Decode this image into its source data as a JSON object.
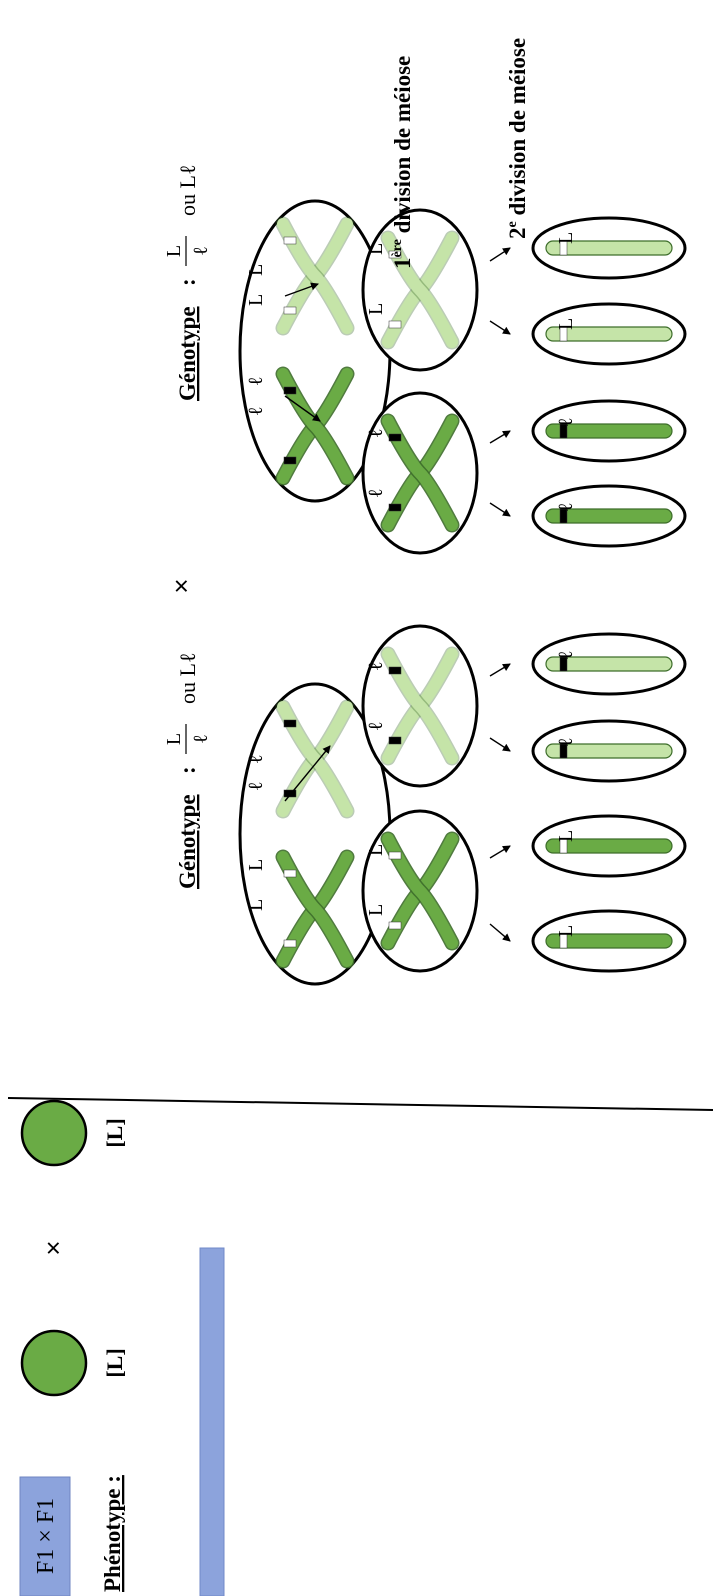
{
  "cross_box": {
    "label": "F1 × F1"
  },
  "left": {
    "phenotype_label": "Phénotype :",
    "parent1_phenotype": "[L]",
    "times_symbol": "×",
    "parent2_phenotype": "[L]",
    "colors": {
      "individual": "#6aab45",
      "bar": "#8ca3dc"
    }
  },
  "right": {
    "genotype_label": "Génotype",
    "genotype_colon": ":",
    "fraction_top": "L",
    "fraction_bottom": "ℓ",
    "genotype_or_left": "ou Lℓ",
    "genotype_or_right": "ou  Lℓ",
    "times_symbol": "×",
    "first_division_sup": "ère",
    "first_division_text": "division de méiose",
    "first_division_num": "1",
    "second_division_num": "2",
    "second_division_sup": "e",
    "second_division_text": "division de méiose",
    "allele_dominant": "L",
    "allele_recessive": "ℓ",
    "colors": {
      "dark_chromosome": "#6aab45",
      "light_chromosome": "#c5e4a8",
      "marker_dark": "#000000",
      "marker_light": "#ffffff"
    }
  }
}
